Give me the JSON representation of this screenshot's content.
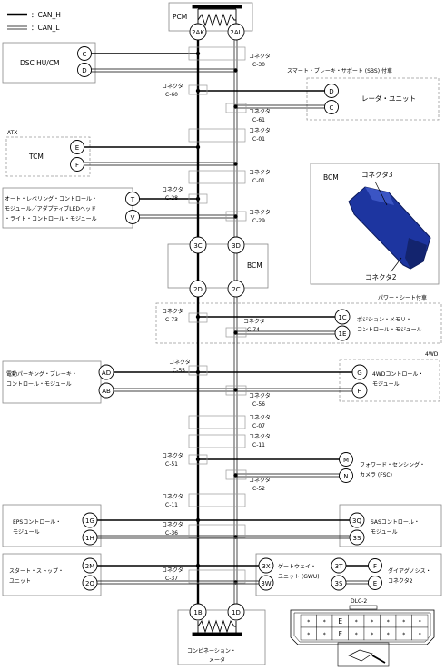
{
  "legend": {
    "can_h": "：CAN_H",
    "can_l": "：CAN_L"
  },
  "modules": {
    "pcm": "PCM",
    "dsc": "DSC HU/CM",
    "radar": "レーダ・ユニット",
    "tcm": "TCM",
    "headlight": [
      "オート・レベリング・コントロール・",
      "モジュール／アダプティブLEDヘッド",
      "・ライト・コントロール・モジュール"
    ],
    "bcm_center": "BCM",
    "bcm_box": "BCM",
    "position_memory": [
      "ポジション・メモリ・",
      "コントロール・モジュール"
    ],
    "epb": [
      "電動パーキング・ブレーキ・",
      "コントロール・モジュール"
    ],
    "fourwd": [
      "4WDコントロール・",
      "モジュール"
    ],
    "fsc": [
      "フォワード・センシング・",
      "カメラ (FSC)"
    ],
    "eps": [
      "EPSコントロール・",
      "モジュール"
    ],
    "sas": [
      "SASコントロール・",
      "モジュール"
    ],
    "start_stop": [
      "スタート・ストップ・",
      "ユニット"
    ],
    "gateway": [
      "ゲートウェイ・",
      "ユニット (GWU)"
    ],
    "diag": [
      "ダイアグノシス・",
      "コネクタ2"
    ],
    "combination": [
      "コンビネーション・",
      "メータ"
    ]
  },
  "options": {
    "sbs": "スマート・ブレーキ・サポート (SBS) 付車",
    "atx": "ATX",
    "power_seat": "パワー・シート付車",
    "fourwd": "4WD"
  },
  "connector_word": "コネクタ",
  "connectors": {
    "c30": "C-30",
    "c60": "C-60",
    "c61": "C-61",
    "c01a": "C-01",
    "c01b": "C-01",
    "c28": "C-28",
    "c29": "C-29",
    "c73": "C-73",
    "c74": "C-74",
    "c55": "C-55",
    "c56": "C-56",
    "c07": "C-07",
    "c11a": "C-11",
    "c51": "C-51",
    "c52": "C-52",
    "c11b": "C-11",
    "c36": "C-36",
    "c37": "C-37"
  },
  "pins": {
    "p2ak": "2AK",
    "p2al": "2AL",
    "dsc_c": "C",
    "dsc_d": "D",
    "radar_d": "D",
    "radar_c": "C",
    "tcm_e": "E",
    "tcm_f": "F",
    "hl_t": "T",
    "hl_v": "V",
    "p3c": "3C",
    "p3d": "3D",
    "p2d": "2D",
    "p2c": "2C",
    "pm_1c": "1C",
    "pm_1e": "1E",
    "epb_ad": "AD",
    "epb_ab": "AB",
    "wd_g": "G",
    "wd_h": "H",
    "fsc_m": "M",
    "fsc_n": "N",
    "eps_1g": "1G",
    "eps_1h": "1H",
    "sas_3q": "3Q",
    "sas_3s": "3S",
    "ss_2m": "2M",
    "ss_2o": "2O",
    "gw_3x": "3X",
    "gw_3w": "3W",
    "gw_3t": "3T",
    "gw_3s": "3S",
    "dg_f": "F",
    "dg_e": "E",
    "p1b": "1B",
    "p1d": "1D"
  },
  "bcm_inset": {
    "c3": "コネクタ3",
    "c2": "コネクタ2"
  },
  "dlc": {
    "title": "DLC-2",
    "e": "E",
    "f": "F",
    "star": "*"
  }
}
